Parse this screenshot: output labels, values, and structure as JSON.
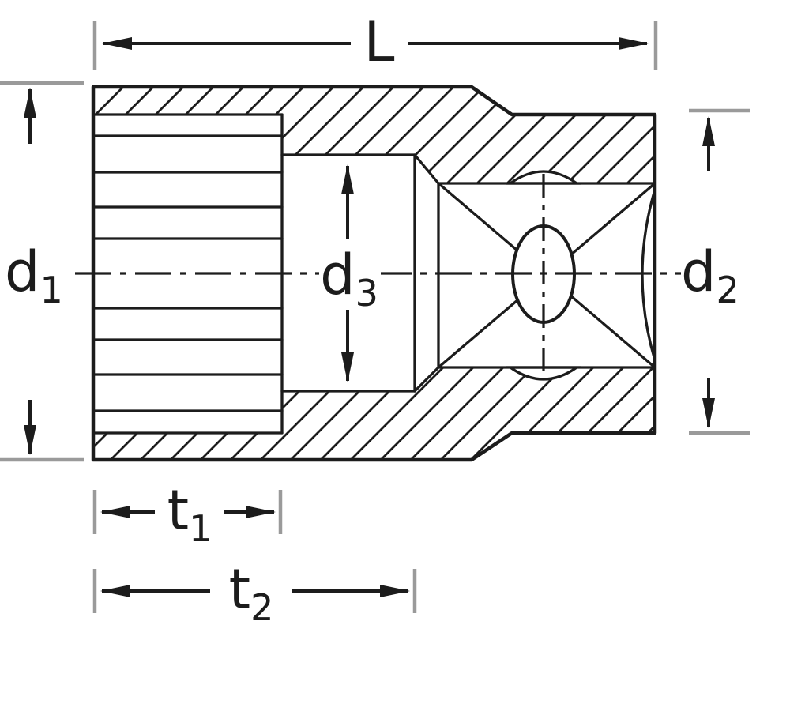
{
  "diagram": {
    "labels": {
      "length": {
        "main": "L",
        "sub": ""
      },
      "d1": {
        "main": "d",
        "sub": "1"
      },
      "d2": {
        "main": "d",
        "sub": "2"
      },
      "d3": {
        "main": "d",
        "sub": "3"
      },
      "t1": {
        "main": "t",
        "sub": "1"
      },
      "t2": {
        "main": "t",
        "sub": "2"
      }
    },
    "colors": {
      "line": "#1c1c1c",
      "extension_line": "#9a9a9a",
      "background": "#ffffff"
    }
  }
}
